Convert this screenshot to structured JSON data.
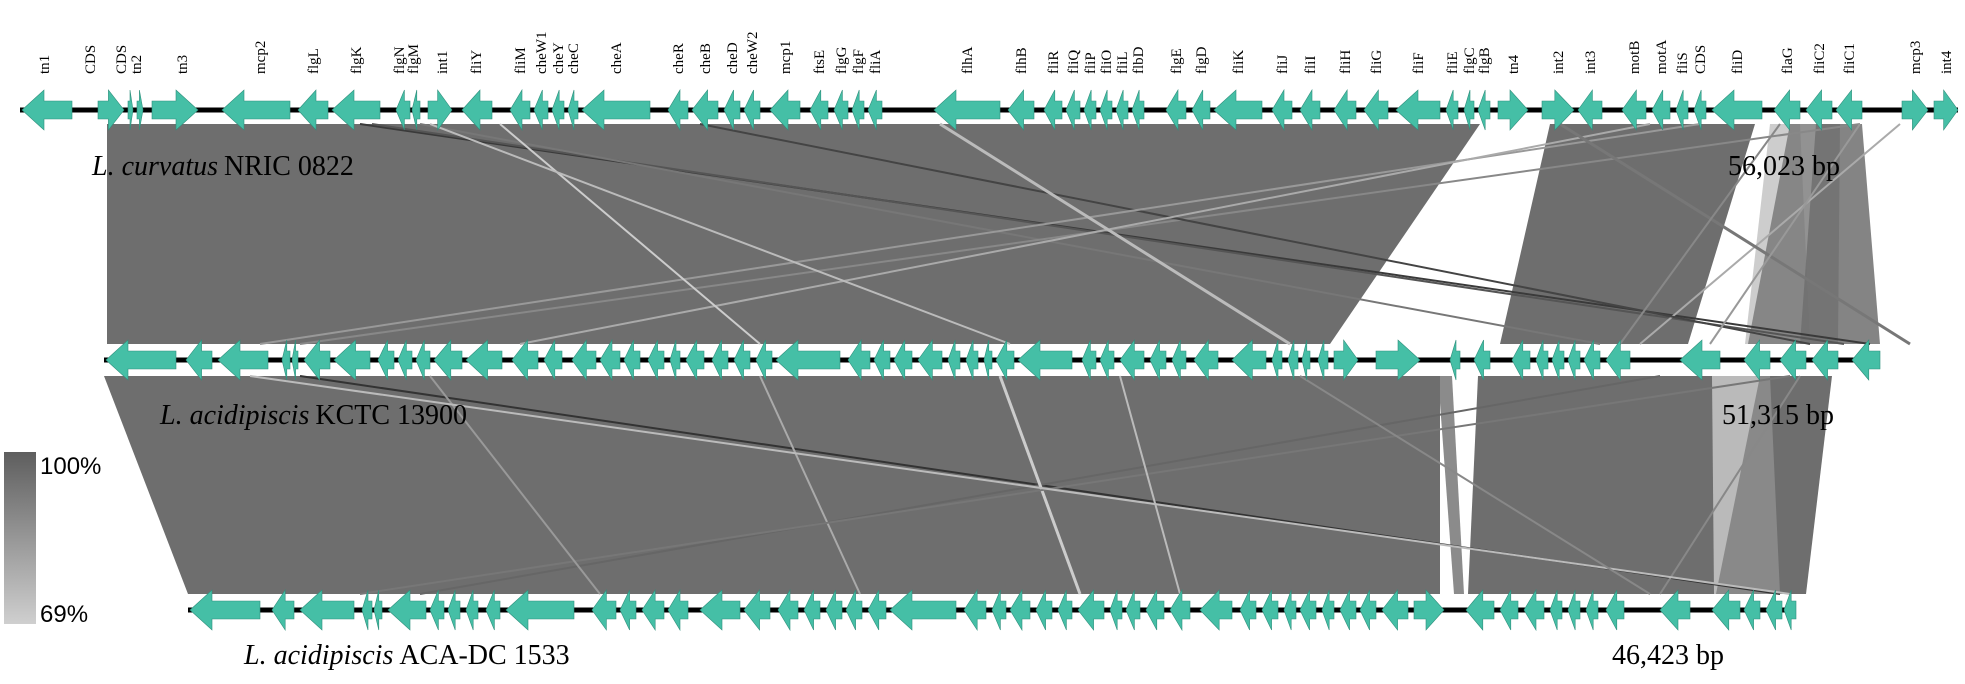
{
  "colors": {
    "gene": "#45bfa6",
    "gene_stroke": "#2f8f7c",
    "backbone": "#000000",
    "match_high": "#6e6e6e",
    "match_low": "#c8c8c8"
  },
  "genomes": [
    {
      "id": "curvatus",
      "species": "L. curvatus",
      "strain": "NRIC 0822",
      "size": "56,023 bp",
      "gene_labels": [
        "tn1",
        "CDS",
        "CDS",
        "tn2",
        "tn3",
        "mcp2",
        "flgL",
        "flgK",
        "flgN",
        "flgM",
        "int1",
        "fliY",
        "fliM",
        "cheW1",
        "cheY",
        "cheC",
        "cheA",
        "cheR",
        "cheB",
        "cheD",
        "cheW2",
        "mcp1",
        "ftsE",
        "flgG",
        "flgF",
        "fliA",
        "flhA",
        "flhB",
        "fliR",
        "fliQ",
        "fliP",
        "fliO",
        "fliL",
        "flbD",
        "flgE",
        "flgD",
        "fliK",
        "fliJ",
        "fliI",
        "fliH",
        "fliG",
        "fliF",
        "fliE",
        "flgC",
        "flgB",
        "tn4",
        "int2",
        "int3",
        "motB",
        "motA",
        "fliS",
        "CDS",
        "fliD",
        "flaG",
        "fliC2",
        "fliC1",
        "mcp3",
        "int4"
      ]
    },
    {
      "id": "acidipiscis_kctc",
      "species": "L. acidipiscis",
      "strain": "KCTC 13900",
      "size": "51,315 bp"
    },
    {
      "id": "acidipiscis_aca",
      "species": "L. acidipiscis",
      "strain": "ACA-DC 1533",
      "size": "46,423 bp"
    }
  ],
  "legend": {
    "max_label": "100%",
    "min_label": "69%"
  }
}
